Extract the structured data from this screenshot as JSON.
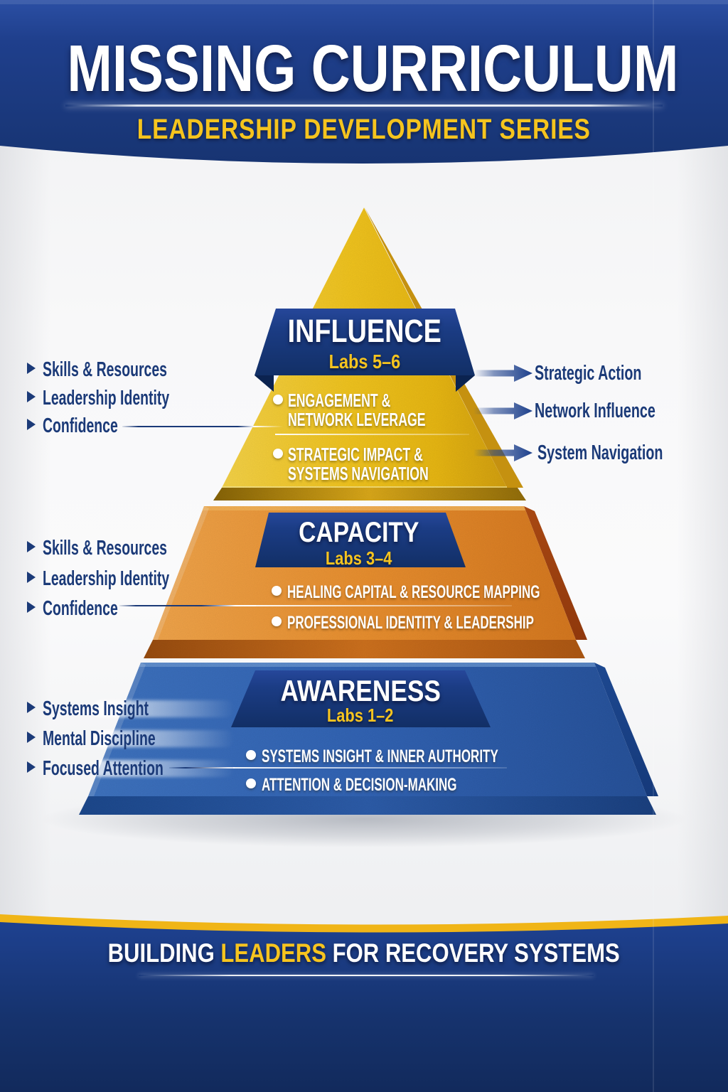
{
  "header": {
    "title": "MISSING CURRICULUM",
    "subtitle": "LEADERSHIP DEVELOPMENT SERIES"
  },
  "pyramid": {
    "tiers": [
      {
        "title": "INFLUENCE",
        "labs": "Labs 5–6",
        "color": "#f7c81f",
        "bullets": [
          {
            "lines": [
              "ENGAGEMENT &",
              "NETWORK LEVERAGE"
            ]
          },
          {
            "lines": [
              "STRATEGIC IMPACT &",
              "SYSTEMS NAVIGATION"
            ]
          }
        ]
      },
      {
        "title": "CAPACITY",
        "labs": "Labs 3–4",
        "color": "#ee9030",
        "bullets": [
          {
            "lines": [
              "HEALING CAPITAL & RESOURCE MAPPING"
            ]
          },
          {
            "lines": [
              "PROFESSIONAL IDENTITY & LEADERSHIP"
            ]
          }
        ]
      },
      {
        "title": "AWARENESS",
        "labs": "Labs 1–2",
        "color": "#3064b6",
        "bullets": [
          {
            "lines": [
              "SYSTEMS INSIGHT & INNER AUTHORITY"
            ]
          },
          {
            "lines": [
              "ATTENTION & DECISION-MAKING"
            ]
          }
        ]
      }
    ]
  },
  "side_labels": {
    "influence_left": [
      "Skills & Resources",
      "Leadership Identity",
      "Confidence"
    ],
    "capacity_left": [
      "Skills & Resources",
      "Leadership Identity",
      "Confidence"
    ],
    "awareness_left": [
      "Systems Insight",
      "Mental Discipline",
      "Focused Attention"
    ],
    "influence_right": [
      "Strategic Action",
      "Network Influence",
      "System Navigation"
    ]
  },
  "footer": {
    "part1": "BUILDING ",
    "highlight": "LEADERS",
    "part2": " FOR RECOVERY SYSTEMS"
  },
  "colors": {
    "banner_navy": "#1c3f8c",
    "header_blue": "#1f3f8c",
    "yellow": "#f6c41f",
    "orange": "#ee9030",
    "blue": "#3064b6",
    "label_navy": "#1b3a78"
  }
}
